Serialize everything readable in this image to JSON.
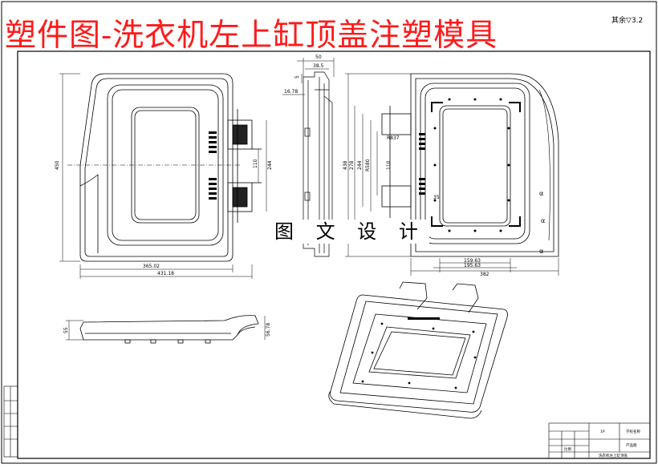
{
  "drawing_title": "塑件图-洗衣机左上缸顶盖注塑模具",
  "watermark_text": "图 文 设 计",
  "surface_finish": {
    "label": "其余",
    "value": "3.2"
  },
  "front_view": {
    "dim_width_inner": "365.02",
    "dim_width_total": "431.18",
    "dim_height": "450",
    "dim_slot_a": "110",
    "dim_slot_b": "244"
  },
  "side_view": {
    "dim_top": "50",
    "dim_mid": "38.5",
    "dim_side": "16.78",
    "dim_small": "5"
  },
  "rear_view": {
    "dim_h1": "438",
    "dim_h2": "278",
    "dim_h3": "244",
    "dim_h4": "R580",
    "dim_h5": "110",
    "dim_h6": "R837",
    "dim_w1": "159.63",
    "dim_w2": "195.63",
    "dim_w3": "382",
    "dim_r": "35"
  },
  "bottom_view": {
    "dim_left": "55",
    "dim_right": "56.78"
  },
  "title_block": {
    "school_label": "学校名称",
    "part_label": "产品图",
    "part_name": "洗衣机左上缸顶盖",
    "qty_label": "1P",
    "scale_label": "比例"
  },
  "colors": {
    "title": "#ff1a1a",
    "line": "#000000"
  }
}
